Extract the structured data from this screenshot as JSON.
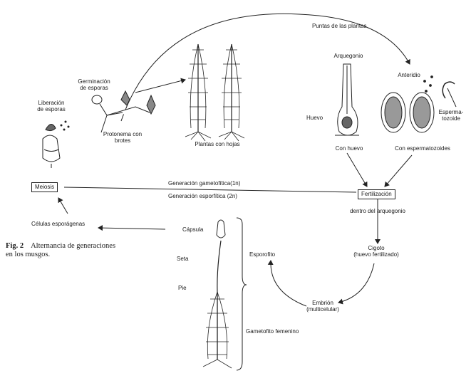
{
  "labels": {
    "puntas": "Puntas de las plantas",
    "liberacion": "Liberación\nde esporas",
    "germinacion": "Germinación\nde esporas",
    "protonema": "Protonema con\nbrotes",
    "plantas_hojas": "Plantas con hojas",
    "arquegonio": "Arquegonio",
    "huevo": "Huevo",
    "con_huevo": "Con huevo",
    "anteridio": "Anteridio",
    "espermatozoide": "Esperma-\ntozoide",
    "con_espermatozoides": "Con espermatozoides",
    "meiosis": "Meiosis",
    "fertilizacion": "Fertilización",
    "gen_gametofitica": "Generación gametofítica(1n)",
    "gen_esporofitica": "Generación esporfítica (2n)",
    "dentro_arquegonio": "dentro del arquegonio",
    "celulas_esporagenas": "Células esporágenas",
    "capsula": "Cápsula",
    "seta": "Seta",
    "pie": "Pie",
    "esporofito": "Esporofito",
    "gametofito_femenino": "Gametofito femenino",
    "cigoto": "Cigoto\n(huevo fertilizado)",
    "embrion": "Embrión\n(multicelular)"
  },
  "caption": {
    "fig": "Fig. 2",
    "text": "Alternancia de generaciones\nen los musgos."
  }
}
